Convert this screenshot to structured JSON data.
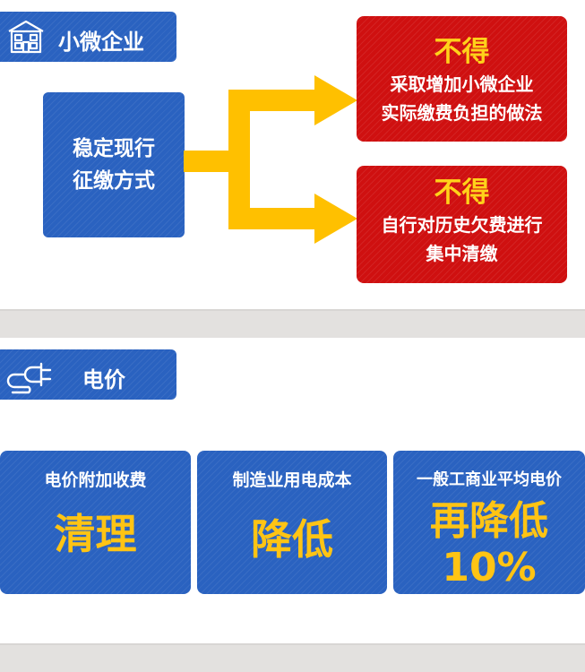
{
  "section1": {
    "tag_label": "小微企业",
    "tag_icon": "building-icon",
    "source_box": {
      "line1": "稳定现行",
      "line2": "征缴方式"
    },
    "outcomes": [
      {
        "headline": "不得",
        "line1": "采取增加小微企业",
        "line2": "实际缴费负担的做法"
      },
      {
        "headline": "不得",
        "line1": "自行对历史欠费进行",
        "line2": "集中清缴"
      }
    ],
    "colors": {
      "blue": "#2a62c0",
      "red": "#cf1010",
      "arrow": "#ffc000",
      "highlight": "#ffd21a"
    }
  },
  "section2": {
    "tag_label": "电价",
    "tag_icon": "power-plug-icon",
    "cards": [
      {
        "title": "电价附加收费",
        "value": "清理"
      },
      {
        "title": "制造业用电成本",
        "value": "降低"
      },
      {
        "title": "一般工商业平均电价",
        "value_line1": "再降低",
        "value_line2": "10%"
      }
    ]
  }
}
